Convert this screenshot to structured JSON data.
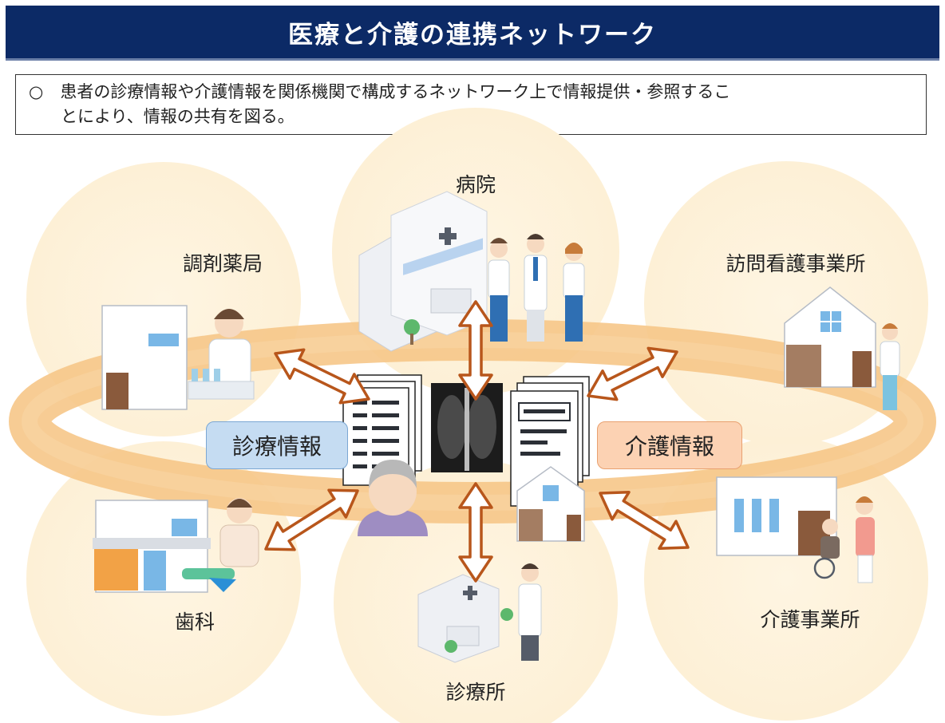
{
  "header": {
    "title": "医療と介護の連携ネットワーク"
  },
  "description": {
    "bullet": "○",
    "line1": "患者の診療情報や介護情報を関係機関で構成するネットワーク上で情報提供・参照するこ",
    "line2": "とにより、情報の共有を図る。"
  },
  "nodes": {
    "hospital": "病院",
    "pharmacy": "調剤薬局",
    "visiting_nursing": "訪問看護事業所",
    "dental": "歯科",
    "clinic": "診療所",
    "care_office": "介護事業所"
  },
  "info_boxes": {
    "medical": "診療情報",
    "care": "介護情報"
  },
  "colors": {
    "header_bg": "#0c2a66",
    "ring": "#f6c688",
    "circle": "#fdf3dc",
    "arrow_stroke": "#b8561b",
    "medical_box": "#c5dcf2",
    "care_box": "#fcd2b3"
  }
}
